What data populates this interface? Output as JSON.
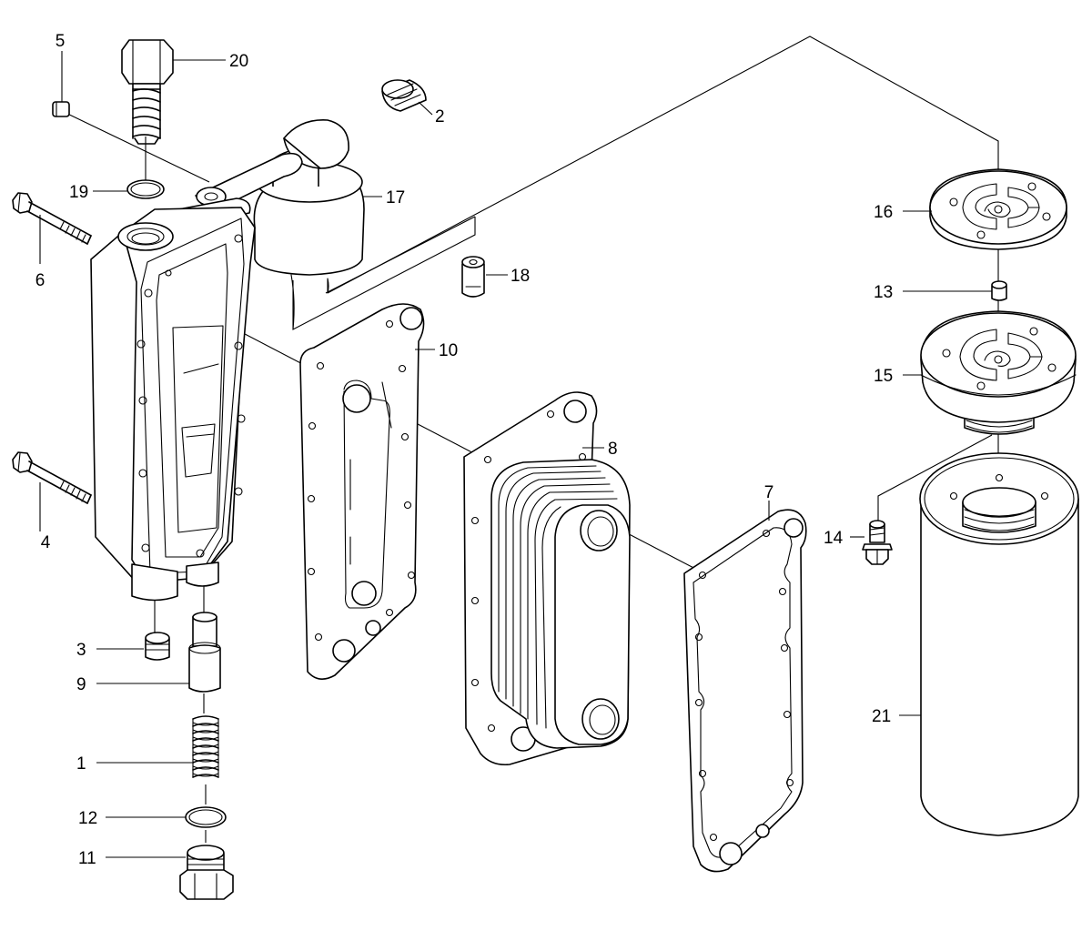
{
  "callouts": [
    {
      "id": "c1",
      "text": "1"
    },
    {
      "id": "c2",
      "text": "2"
    },
    {
      "id": "c3",
      "text": "3"
    },
    {
      "id": "c4",
      "text": "4"
    },
    {
      "id": "c5",
      "text": "5"
    },
    {
      "id": "c6",
      "text": "6"
    },
    {
      "id": "c7",
      "text": "7"
    },
    {
      "id": "c8",
      "text": "8"
    },
    {
      "id": "c9",
      "text": "9"
    },
    {
      "id": "c10",
      "text": "10"
    },
    {
      "id": "c11",
      "text": "11"
    },
    {
      "id": "c12",
      "text": "12"
    },
    {
      "id": "c13",
      "text": "13"
    },
    {
      "id": "c14",
      "text": "14"
    },
    {
      "id": "c15",
      "text": "15"
    },
    {
      "id": "c16",
      "text": "16"
    },
    {
      "id": "c17",
      "text": "17"
    },
    {
      "id": "c18",
      "text": "18"
    },
    {
      "id": "c19",
      "text": "19"
    },
    {
      "id": "c20",
      "text": "20"
    },
    {
      "id": "c21",
      "text": "21"
    }
  ],
  "colors": {
    "line": "#000000",
    "background": "#ffffff"
  }
}
